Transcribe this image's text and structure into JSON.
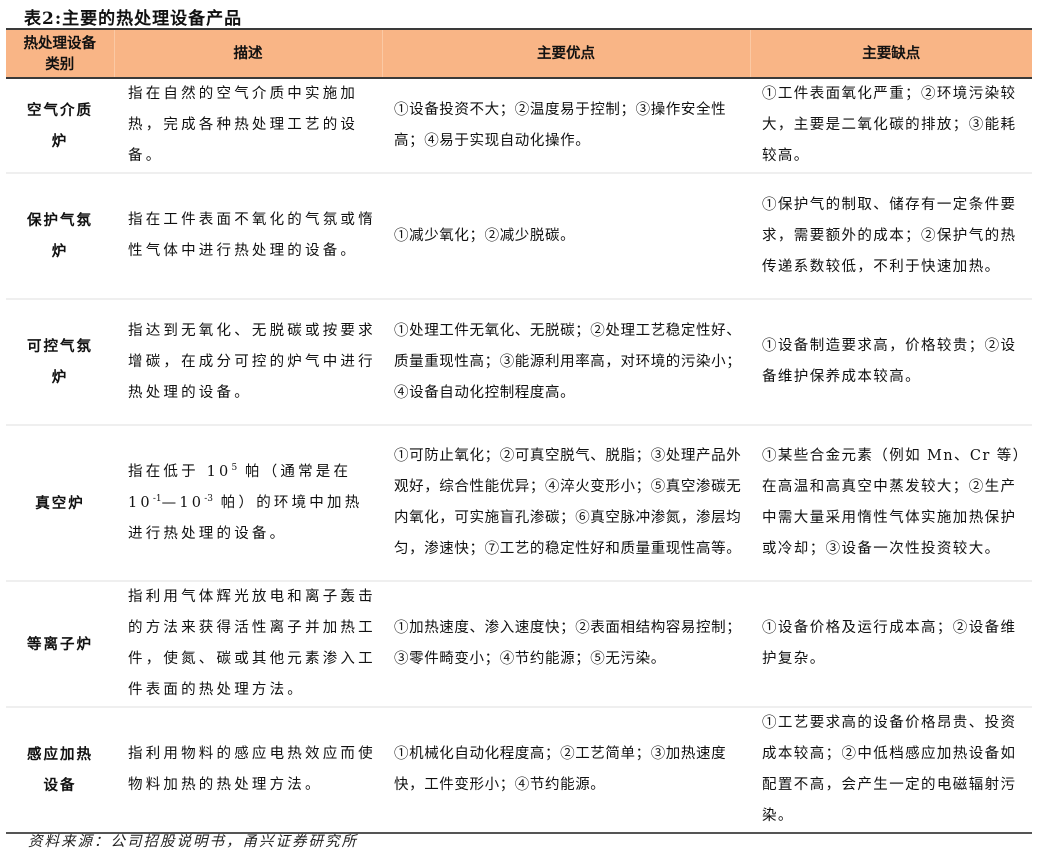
{
  "title": "表2:主要的热处理设备产品",
  "header_color": "#F9B586",
  "table": {
    "headers": [
      "热处理设备类别",
      "描述",
      "主要优点",
      "主要缺点"
    ],
    "rows": [
      {
        "category": "空气介质炉",
        "description": "指在自然的空气介质中实施加热，完成各种热处理工艺的设备。",
        "advantages": "①设备投资不大；②温度易于控制；③操作安全性高；④易于实现自动化操作。",
        "disadvantages": "①工件表面氧化严重；②环境污染较大，主要是二氧化碳的排放；③能耗较高。"
      },
      {
        "category": "保护气氛炉",
        "description": "指在工件表面不氧化的气氛或惰性气体中进行热处理的设备。",
        "advantages": "①减少氧化；②减少脱碳。",
        "disadvantages": "①保护气的制取、储存有一定条件要求，需要额外的成本；②保护气的热传递系数较低，不利于快速加热。"
      },
      {
        "category": "可控气氛炉",
        "description": "指达到无氧化、无脱碳或按要求增碳，在成分可控的炉气中进行热处理的设备。",
        "advantages": "①处理工件无氧化、无脱碳；②处理工艺稳定性好、质量重现性高；③能源利用率高，对环境的污染小；④设备自动化控制程度高。",
        "disadvantages": "①设备制造要求高，价格较贵；②设备维护保养成本较高。"
      },
      {
        "category": "真空炉",
        "description_parts": {
          "a": "指在低于 10",
          "exp1": "5",
          "b": " 帕（通常是在 10",
          "exp2": "-1",
          "c": "—10",
          "exp3": "-3",
          "d": " 帕）的环境中加热进行热处理的设备。"
        },
        "advantages": "①可防止氧化；②可真空脱气、脱脂；③处理产品外观好，综合性能优异；④淬火变形小；⑤真空渗碳无内氧化，可实施盲孔渗碳；⑥真空脉冲渗氮，渗层均匀，渗速快；⑦工艺的稳定性好和质量重现性高等。",
        "disadvantages": "①某些合金元素（例如 Mn、Cr 等）在高温和高真空中蒸发较大；②生产中需大量采用惰性气体实施加热保护或冷却；③设备一次性投资较大。"
      },
      {
        "category": "等离子炉",
        "description": "指利用气体辉光放电和离子轰击的方法来获得活性离子并加热工件，使氮、碳或其他元素渗入工件表面的热处理方法。",
        "advantages": "①加热速度、渗入速度快；②表面相结构容易控制；③零件畸变小；④节约能源；⑤无污染。",
        "disadvantages": "①设备价格及运行成本高；②设备维护复杂。"
      },
      {
        "category": "感应加热设备",
        "description": "指利用物料的感应电热效应而使物料加热的热处理方法。",
        "advantages": "①机械化自动化程度高；②工艺简单；③加热速度快，工件变形小；④节约能源。",
        "disadvantages": "①工艺要求高的设备价格昂贵、投资成本较高；②中低档感应加热设备如配置不高，会产生一定的电磁辐射污染。"
      }
    ]
  },
  "source": "资料来源：公司招股说明书，甬兴证券研究所"
}
